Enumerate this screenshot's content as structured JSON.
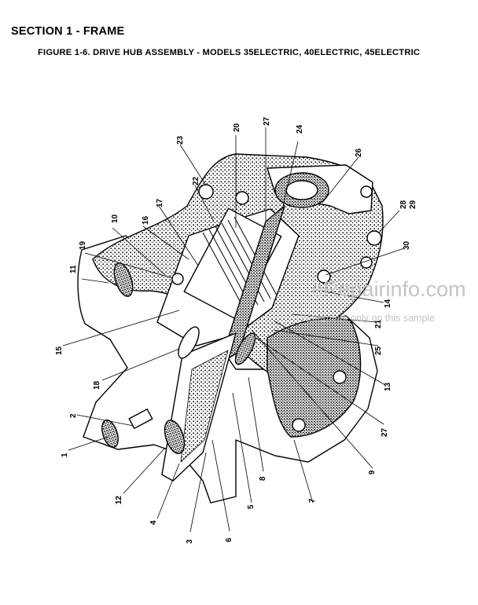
{
  "header": {
    "section": "SECTION 1 - FRAME",
    "figure": "FIGURE 1-6. DRIVE HUB ASSEMBLY - MODELS 35ELECTRIC, 40ELECTRIC, 45ELECTRIC"
  },
  "watermark": {
    "site": "eRepairinfo.com",
    "note": "Watermark only on this sample"
  },
  "callouts": {
    "c1": "1",
    "c2": "2",
    "c3": "3",
    "c4": "4",
    "c5": "5",
    "c6": "6",
    "c7": "7",
    "c8": "8",
    "c9": "9",
    "c10": "10",
    "c11": "11",
    "c12": "12",
    "c13": "13",
    "c14": "14",
    "c15": "15",
    "c16": "16",
    "c17": "17",
    "c18": "18",
    "c19": "19",
    "c20": "20",
    "c21": "21",
    "c22": "22",
    "c23": "23",
    "c24": "24",
    "c25": "25",
    "c26": "26",
    "c27a": "27",
    "c27b": "27",
    "c28": "28",
    "c29": "29",
    "c30": "30"
  }
}
